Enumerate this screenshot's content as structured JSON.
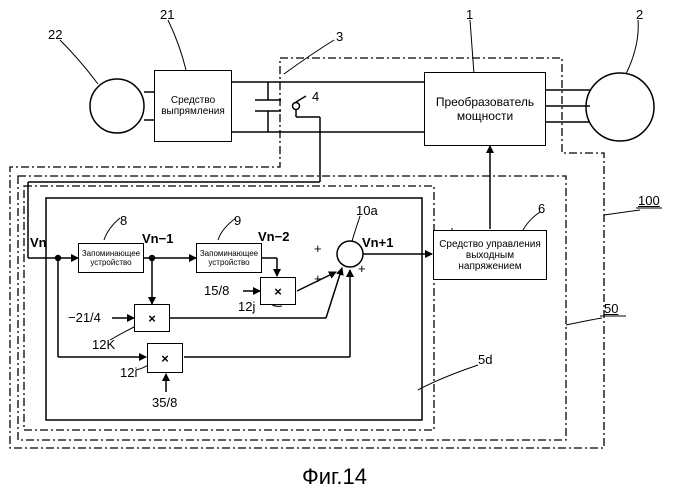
{
  "refs": {
    "r22": "22",
    "r21": "21",
    "r3": "3",
    "r1": "1",
    "r2": "2",
    "r4": "4",
    "r6": "6",
    "r100": "100",
    "r50": "50",
    "r5d": "5d",
    "r10a": "10a",
    "r8": "8",
    "r9": "9",
    "r12j": "12j",
    "r12k": "12K",
    "r12i": "12i"
  },
  "blocks": {
    "rectifier": "Средство выпрямления",
    "converter": "Преобразователь мощности",
    "voltage_control": "Средство управления выходным напряжением",
    "memory1": "Запоминающее устройство",
    "memory2": "Запоминающее устройство"
  },
  "signals": {
    "vn": "Vn",
    "vn_minus_1": "Vn−1",
    "vn_minus_2": "Vn−2",
    "vn_plus_1": "Vn+1"
  },
  "coefficients": {
    "c15_8": "15/8",
    "c_minus_21_4": "−21/4",
    "c35_8": "35/8"
  },
  "operators": {
    "multiply": "×",
    "plus": "+"
  },
  "figure_caption": "Фиг.14"
}
